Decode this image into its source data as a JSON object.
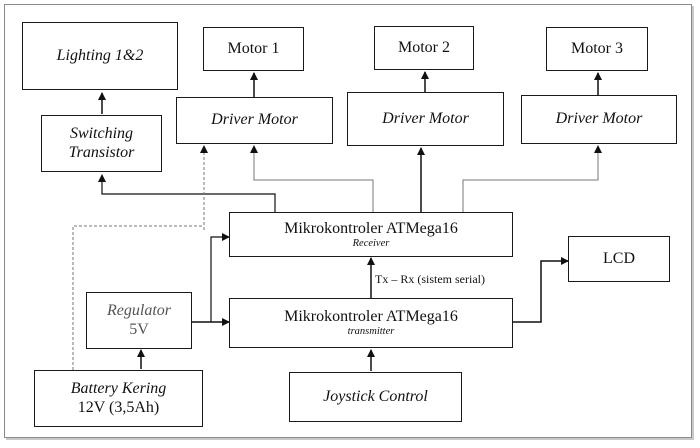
{
  "blocks": {
    "lighting": "Lighting 1&2",
    "switching_line1": "Switching",
    "switching_line2": "Transistor",
    "motor1": "Motor 1",
    "motor2": "Motor 2",
    "motor3": "Motor 3",
    "driver1": "Driver Motor",
    "driver2": "Driver Motor",
    "driver3": "Driver Motor",
    "mcu_receiver": "Mikrokontroler ATMega16",
    "mcu_receiver_sub": "Receiver",
    "mcu_transmitter": "Mikrokontroler ATMega16",
    "mcu_transmitter_sub": "transmitter",
    "lcd": "LCD",
    "regulator_line1": "Regulator",
    "regulator_line2": "5V",
    "battery_line1": "Battery Kering",
    "battery_line2": "12V (3,5Ah)",
    "joystick": "Joystick Control"
  },
  "connections": {
    "serial_label": "Tx – Rx (sistem serial)"
  }
}
